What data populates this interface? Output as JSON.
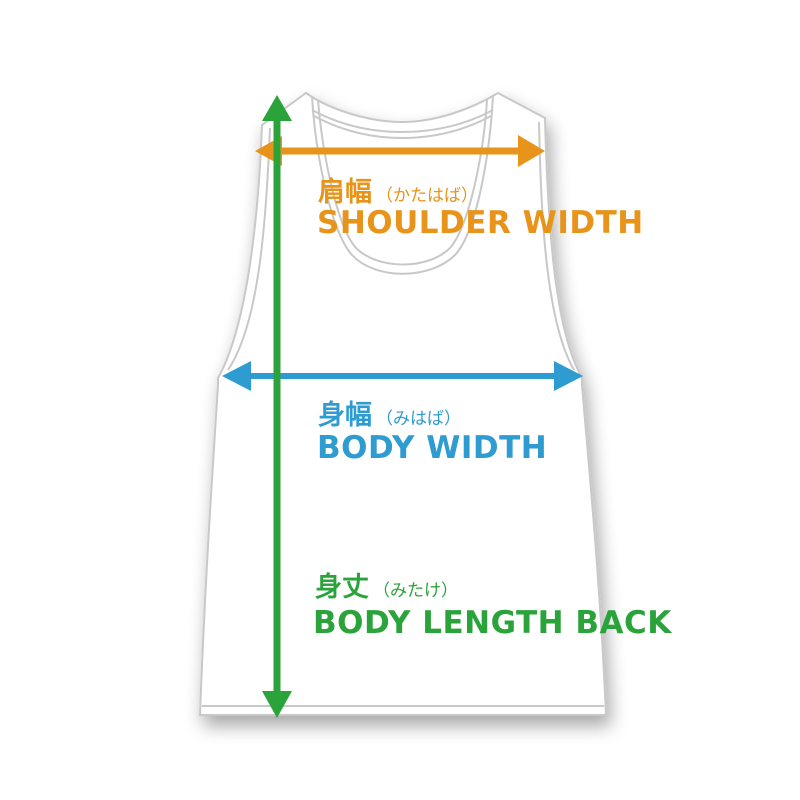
{
  "colors": {
    "shoulder": "#E8931A",
    "body_width": "#2E9BD1",
    "body_length": "#2AA33A",
    "outline": "#c8c8c8"
  },
  "measurements": [
    {
      "id": "shoulder",
      "kanji": "肩幅",
      "kana": "（かたはば）",
      "english": "SHOULDER WIDTH"
    },
    {
      "id": "body_width",
      "kanji": "身幅",
      "kana": "（みはば）",
      "english": "BODY WIDTH"
    },
    {
      "id": "body_length",
      "kanji": "身丈",
      "kana": "（みたけ）",
      "english": "BODY LENGTH BACK"
    }
  ]
}
